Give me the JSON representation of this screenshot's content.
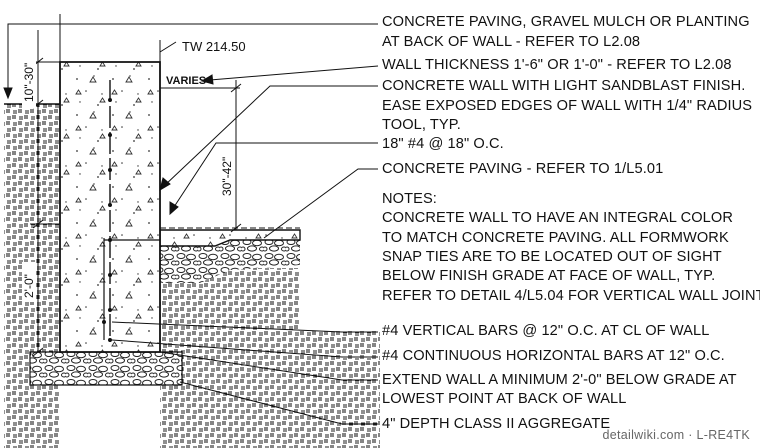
{
  "callouts": {
    "c1": "CONCRETE PAVING, GRAVEL MULCH OR PLANTING",
    "c1b": "AT BACK OF WALL - REFER TO L2.08",
    "c2": "WALL THICKNESS 1'-6\" OR 1'-0\" - REFER TO L2.08",
    "c3": "CONCRETE WALL WITH LIGHT SANDBLAST FINISH.",
    "c3b": "EASE EXPOSED EDGES OF WALL WITH 1/4\" RADIUS",
    "c3c": "TOOL, TYP.",
    "c4": "18\" #4 @ 18\" O.C.",
    "c5": "CONCRETE PAVING - REFER TO 1/L5.01",
    "notes_title": "NOTES:",
    "n1": "CONCRETE WALL TO HAVE AN INTEGRAL COLOR",
    "n2": "TO MATCH CONCRETE PAVING. ALL FORMWORK",
    "n3": "SNAP TIES ARE TO BE LOCATED OUT OF SIGHT",
    "n4": "BELOW FINISH GRADE AT FACE OF WALL, TYP.",
    "n5": "REFER TO DETAIL 4/L5.04 FOR VERTICAL WALL JOINT",
    "c6": "#4 VERTICAL BARS @ 12\" O.C. AT CL OF WALL",
    "c7": "#4 CONTINUOUS HORIZONTAL BARS AT 12\" O.C.",
    "c8": "EXTEND WALL A MINIMUM 2'-0\" BELOW GRADE AT",
    "c8b": "LOWEST POINT AT BACK OF WALL",
    "c9": "4\" DEPTH CLASS II AGGREGATE"
  },
  "dimensions": {
    "tw": "TW 214.50",
    "varies": "VARIES",
    "height_top": "10\"-30\"",
    "height_exposed": "30\"-42\"",
    "height_below": "2'-0\""
  },
  "watermark": "detailwiki.com · L-RE4TK"
}
